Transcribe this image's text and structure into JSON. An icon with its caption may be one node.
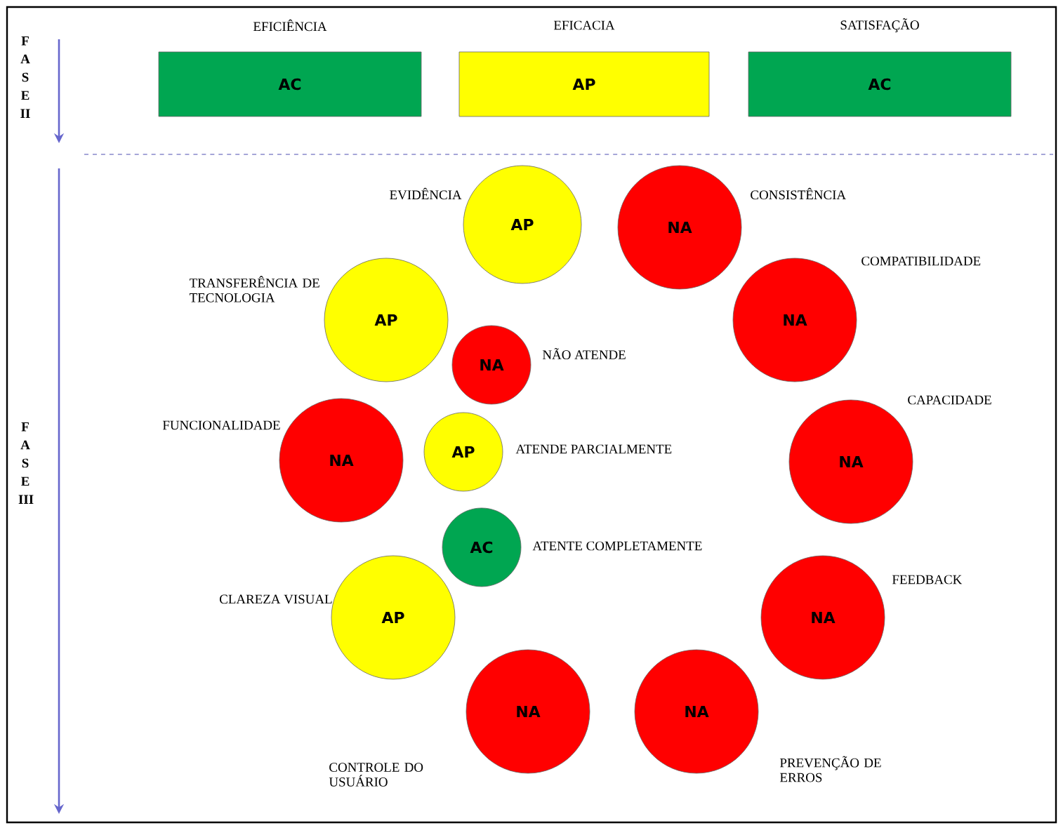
{
  "diagram": {
    "nodes": [
      {
        "text": [
          "EFICIÊNCIA",
          "AC"
        ]
      },
      {
        "text": [
          "EFICACIA",
          "AP"
        ]
      },
      {
        "text": [
          "SATISFAÇÃO",
          "AC"
        ]
      },
      {
        "text": [
          "AP"
        ],
        "beside": [
          "EVIDÊNCIA"
        ]
      },
      {
        "text": [
          "NA"
        ],
        "beside": [
          "CONSISTÊNCIA"
        ]
      },
      {
        "text": [
          "AP"
        ],
        "beside": [
          "TRANSFERÊNCIA DE TECNOLOGIA"
        ]
      },
      {
        "text": [
          "NA"
        ],
        "beside": [
          "COMPATIBILIDADE"
        ]
      },
      {
        "text": [
          "NA"
        ],
        "beside": [
          "NÃO ATENDE"
        ]
      },
      {
        "text": [
          "NA"
        ],
        "beside": [
          "FUNCIONALIDADE"
        ]
      },
      {
        "text": [
          "AP"
        ],
        "beside": [
          "ATENDE PARCIALMENTE"
        ]
      },
      {
        "text": [
          "NA"
        ],
        "beside": [
          "CAPACIDADE"
        ]
      },
      {
        "text": [
          "AC"
        ],
        "beside": [
          "ATENTE COMPLETAMENTE"
        ]
      },
      {
        "text": [
          "AP"
        ],
        "beside": [
          "CLAREZA VISUAL"
        ]
      },
      {
        "text": [
          "NA"
        ],
        "beside": [
          "FEEDBACK"
        ]
      },
      {
        "text": [
          "NA"
        ],
        "beside": [
          "CONTROLE DO USUÁRIO"
        ]
      },
      {
        "text": [
          "NA"
        ],
        "beside": [
          "PREVENÇÃO DE ERROS"
        ]
      }
    ],
    "labels": [
      "F A S E II",
      "F A S E III"
    ]
  }
}
